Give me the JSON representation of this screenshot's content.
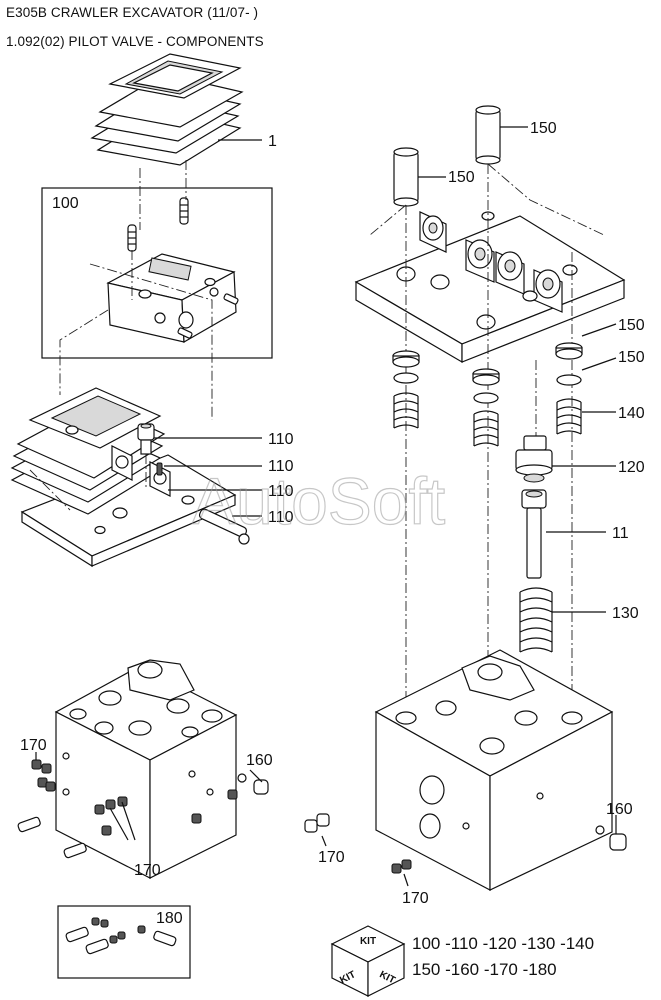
{
  "header": {
    "title": "E305B CRAWLER EXCAVATOR (11/07- )",
    "subtitle": "1.092(02) PILOT VALVE - COMPONENTS"
  },
  "watermark": "AutoSoft",
  "callouts": {
    "c1": "1",
    "c100": "100",
    "c110a": "110",
    "c110b": "110",
    "c110c": "110",
    "c110d": "110",
    "c150a": "150",
    "c150b": "150",
    "c150c": "150",
    "c150d": "150",
    "c140": "140",
    "c120": "120",
    "c11": "11",
    "c130": "130",
    "c160a": "160",
    "c160b": "160",
    "c170a": "170",
    "c170b": "170",
    "c170c": "170",
    "c170d": "170",
    "c180": "180"
  },
  "kit": {
    "icon_label_top": "KIT",
    "icon_label_left": "KIT",
    "icon_label_right": "KIT",
    "line1": "100 -110 -120 -130 -140",
    "line2": "150 -160 -170 -180"
  }
}
